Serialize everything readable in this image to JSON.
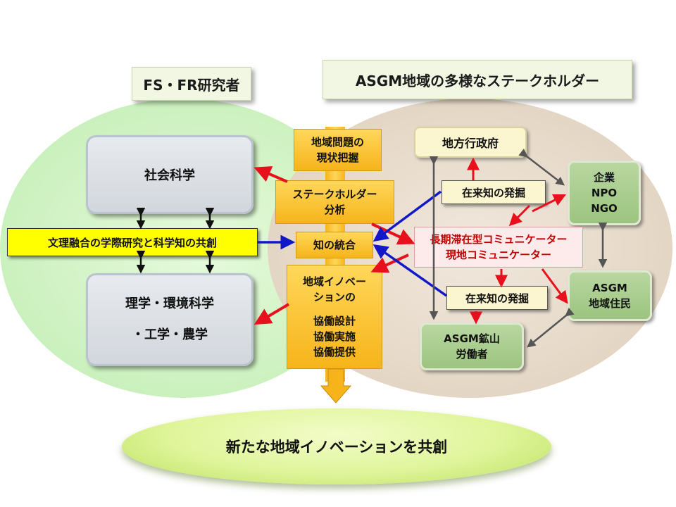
{
  "headers": {
    "left": "FS・FR研究者",
    "right": "ASGM地域の多様なステークホルダー"
  },
  "left": {
    "social_science": "社会科学",
    "science_line1": "理学・環境科学",
    "science_line2": "・工学・農学",
    "integration_label": "文理融合の学際研究と科学知の共創"
  },
  "center": {
    "item1_line1": "地域問題の",
    "item1_line2": "現状把握",
    "item2_line1": "ステークホルダー",
    "item2_line2": "分析",
    "item3": "知の統合",
    "item4_line1": "地域イノベー",
    "item4_line2": "ションの",
    "item4_line3": "協働設計",
    "item4_line4": "協働実施",
    "item4_line5": "協働提供"
  },
  "right": {
    "local_gov": "地方行政府",
    "find_top": "在来知の発掘",
    "find_bottom": "在来知の発掘",
    "communicator_line1": "長期滞在型コミュニケーター",
    "communicator_line2": "現地コミュニケーター",
    "ngo_line1": "企業",
    "ngo_line2": "NPO",
    "ngo_line3": "NGO",
    "residents_line1": "ASGM",
    "residents_line2": "地域住民",
    "miners_line1": "ASGM鉱山",
    "miners_line2": "労働者"
  },
  "result": "新たな地域イノベーションを共創",
  "colors": {
    "red_arrow": "#e8101c",
    "blue_arrow": "#1018c8",
    "grey_arrow": "#555555",
    "black_arrow": "#111111",
    "column_orange": "#f6b41a",
    "yellow": "#ffff00"
  }
}
